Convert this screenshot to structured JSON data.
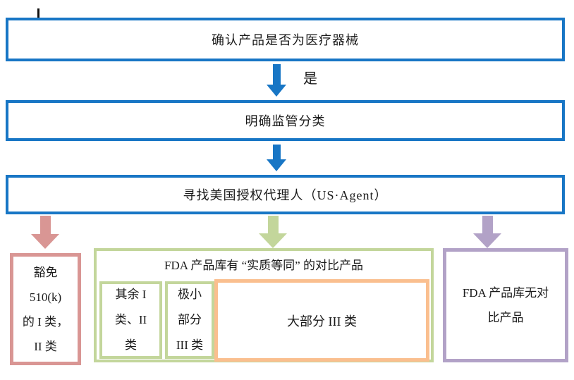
{
  "flow": {
    "step1": "确认产品是否为医疗器械",
    "yes_label": "是",
    "step2": "明确监管分类",
    "step3": "寻找美国授权代理人（US·Agent）"
  },
  "branches": {
    "exempt": {
      "lines": [
        "豁免",
        "510(k)",
        "的 I 类，",
        "II 类"
      ]
    },
    "equivalent": {
      "header": "FDA 产品库有 “实质等同” 的对比产品",
      "col1_lines": [
        "其余 I",
        "类、II",
        "类"
      ],
      "col2_lines": [
        "极小",
        "部分",
        "III 类"
      ],
      "col3": "大部分 III 类"
    },
    "no_match": {
      "lines": [
        "FDA 产品库无对",
        "比产品"
      ]
    }
  },
  "colors": {
    "process_border_blue": "#1876C5",
    "rose": "#D99694",
    "green": "#C3D69B",
    "orange": "#FABF8F",
    "purple": "#B2A2C7",
    "text": "#1a1a1a"
  }
}
